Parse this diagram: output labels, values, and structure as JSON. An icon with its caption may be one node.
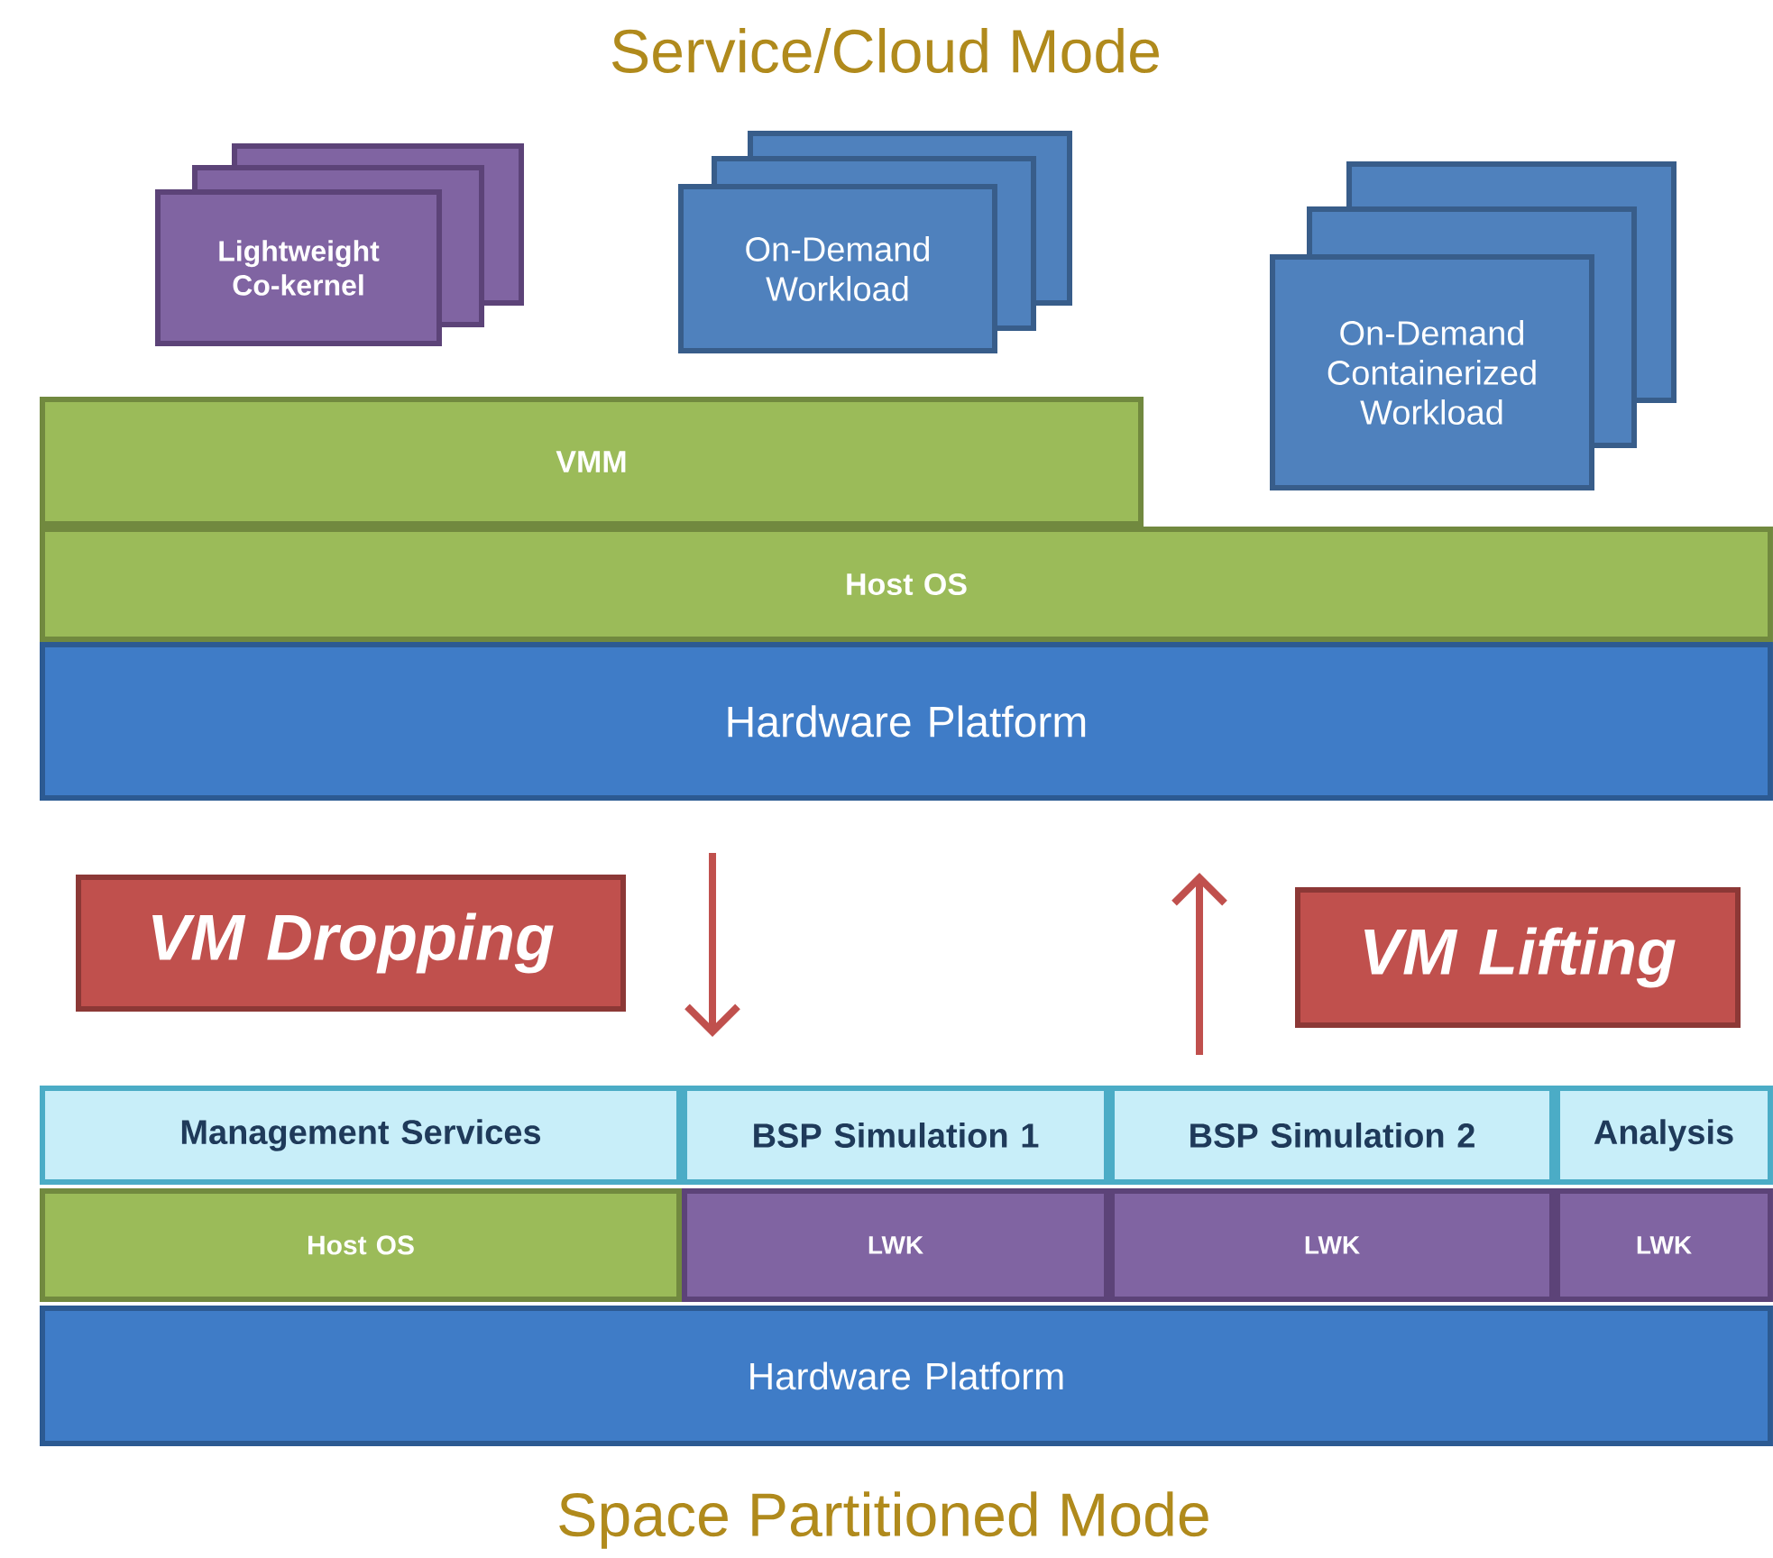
{
  "diagram": {
    "title": "Service/Cloud Mode",
    "caption": "Space Partitioned Mode",
    "nodes": [
      {
        "text": [
          "Lightweight Co-kernel"
        ]
      },
      {
        "text": [
          "On-Demand Workload"
        ]
      },
      {
        "text": [
          "VMM"
        ]
      },
      {
        "text": [
          "On-Demand Containerized Workload"
        ]
      },
      {
        "text": [
          "Host OS"
        ]
      },
      {
        "text": [
          "Hardware Platform"
        ]
      },
      {
        "text": [
          "VM Dropping"
        ]
      },
      {
        "text": [
          "VM Lifting"
        ]
      },
      {
        "text": [
          "Management Services"
        ]
      },
      {
        "text": [
          "BSP Simulation 1"
        ]
      },
      {
        "text": [
          "BSP Simulation 2"
        ]
      },
      {
        "text": [
          "Analysis"
        ]
      },
      {
        "text": [
          "Host OS"
        ]
      },
      {
        "text": [
          "LWK"
        ]
      },
      {
        "text": [
          "LWK"
        ]
      },
      {
        "text": [
          "LWK"
        ]
      },
      {
        "text": [
          "Hardware Platform"
        ]
      }
    ]
  }
}
